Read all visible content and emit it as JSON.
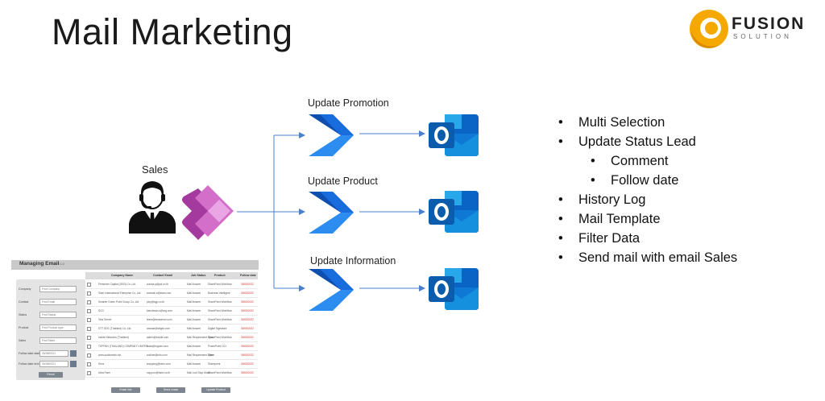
{
  "title": "Mail Marketing",
  "logo": {
    "word": "FUSION",
    "sub": "SOLUTION"
  },
  "sales_label": "Sales",
  "flows": [
    {
      "label": "Update Promotion"
    },
    {
      "label": "Update Product"
    },
    {
      "label": "Update Information"
    }
  ],
  "bullets": [
    {
      "text": "Multi Selection",
      "level": 1
    },
    {
      "text": "Update Status Lead",
      "level": 1
    },
    {
      "text": "Comment",
      "level": 2
    },
    {
      "text": "Follow date",
      "level": 2
    },
    {
      "text": "History Log",
      "level": 1
    },
    {
      "text": "Mail Template",
      "level": 1
    },
    {
      "text": "Filter Data",
      "level": 1
    },
    {
      "text": "Send mail with email Sales",
      "level": 1
    }
  ],
  "colors": {
    "arrow": "#4a7fd0",
    "automate_dark": "#0f4fb0",
    "automate_light": "#2d8cf0",
    "powerapps": "#a43a9e",
    "outlook": "#0a64c6",
    "logo_orange": "#f5a800"
  },
  "app": {
    "title": "Managing Email",
    "subtitle": "v 1.0",
    "filters": [
      {
        "label": "Company",
        "value": "Find Company"
      },
      {
        "label": "Contact",
        "value": "Find Email"
      },
      {
        "label": "Status",
        "value": "Find Status"
      },
      {
        "label": "Product",
        "value": "Find Product type"
      },
      {
        "label": "Sales",
        "value": "Find Sales"
      },
      {
        "label": "Follow date start",
        "value": "26/08/2021"
      },
      {
        "label": "Follow date end",
        "value": "26/08/2021"
      }
    ],
    "reset": "Reset",
    "columns": [
      "Company Name",
      "Contact Email",
      "Job Status",
      "Product",
      "Follow date"
    ],
    "rows": [
      {
        "company": "Presenter Capital (2003) Co.,Ltd.",
        "email": "sunisa.p@pcl.co.th",
        "status": "Mail Answer",
        "product": "SharePoint Workflow",
        "date": "05/08/2022"
      },
      {
        "company": "Siam International Enterprise Co.,Ltd.",
        "email": "somsak.s@siam.com",
        "status": "Mail Answer",
        "product": "Business Intelligent",
        "date": "05/08/2022"
      },
      {
        "company": "Smarter Green Point Group Co.,Ltd.",
        "email": "ploy@sgp.co.th",
        "status": "Mail Answer",
        "product": "SharePoint Workflow",
        "date": "05/08/2022"
      },
      {
        "company": "SCG",
        "email": "kanokwan.s@scg.com",
        "status": "Mail Answer",
        "product": "SharePoint Workflow",
        "date": "05/08/2022"
      },
      {
        "company": "Tera Server",
        "email": "teera@teraserver.com",
        "status": "Mail Answer",
        "product": "SharePoint Workflow",
        "date": "05/08/2022"
      },
      {
        "company": "STT GDC (Thailand) Co.,Ltd.",
        "email": "anusak@sttgdc.com",
        "status": "Mail Answer",
        "product": "Digital Signature",
        "date": "05/08/2022"
      },
      {
        "company": "Inside Networks (Thailand)",
        "email": "admin@inside.com",
        "status": "Mail Requirement Spec",
        "product": "SharePoint Workflow",
        "date": "05/08/2022"
      },
      {
        "company": "TOPPAN (THAILAND) COMPANY LIMITED",
        "email": "suda@toppan.com",
        "status": "Mail Answer",
        "product": "PowerPoint OCI",
        "date": "05/08/2022"
      },
      {
        "company": "www.sodiuminfo.biz",
        "email": "sodium@info.com",
        "status": "Mail Requirement Spec",
        "product": "Other",
        "date": "05/08/2022"
      },
      {
        "company": "Seez",
        "email": "shopping@seez.com",
        "status": "Mail Answer",
        "product": "Sharepoint",
        "date": "05/08/2022"
      },
      {
        "company": "Ultra Farm",
        "email": "nopporn@farm.co.th",
        "status": "Mail Lost Stop Mode",
        "product": "SharePoint Workflow",
        "date": "05/08/2022"
      }
    ],
    "buttons": [
      "Email Info",
      "Send Leads",
      "Update Product"
    ]
  }
}
